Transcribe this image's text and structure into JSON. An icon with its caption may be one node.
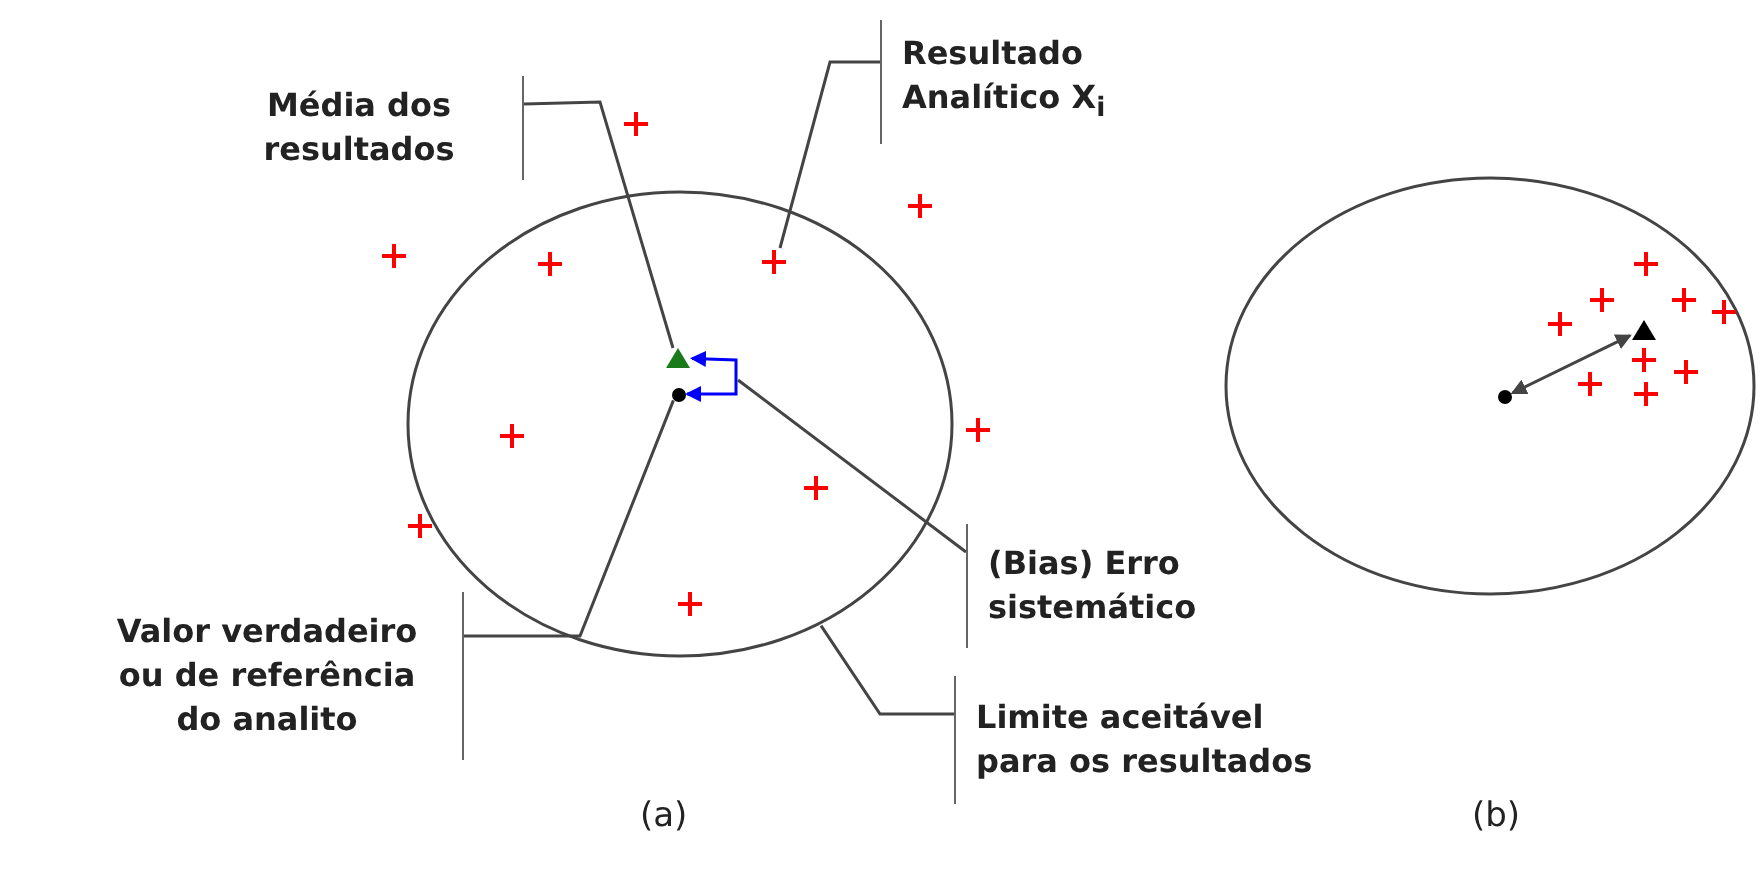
{
  "diagram": {
    "nodes": [
      {
        "text": [],
        "shape": "ellipse"
      },
      {
        "text": [
          "Média dos resultados"
        ]
      },
      {
        "text": [],
        "shape": "triangle",
        "in": 0
      },
      {
        "text": [
          "Resultado Analítico X$_{i}$"
        ]
      },
      {
        "text": [],
        "shape": "cross",
        "in": 0
      },
      {
        "text": [
          "Valor verdadeiro ou de referência do analito"
        ]
      },
      {
        "text": [],
        "shape": "circle",
        "in": 0
      },
      {
        "text": [
          "(Bias) Erro sistemático"
        ]
      },
      {
        "text": [
          "Limite aceitável para os resultados"
        ]
      },
      {
        "text": [],
        "shape": "ellipse"
      },
      {
        "text": [],
        "shape": "circle",
        "in": 9
      },
      {
        "text": [],
        "shape": "triangle",
        "in": 9
      }
    ],
    "edges": [
      {
        "from": 1,
        "to": 2,
        "arrow": "none"
      },
      {
        "from": 3,
        "to": 4,
        "arrow": "none"
      },
      {
        "from": 5,
        "to": 6,
        "arrow": "none"
      },
      {
        "from": 6,
        "to": 2,
        "arrow": "both",
        "color": "#0000ff"
      },
      {
        "from": 7,
        "to": null,
        "arrow": "none"
      },
      {
        "from": 8,
        "to": 0,
        "arrow": "none"
      },
      {
        "from": 10,
        "to": 11,
        "arrow": "both"
      }
    ],
    "labels": [
      "(a)",
      "(b)"
    ]
  }
}
